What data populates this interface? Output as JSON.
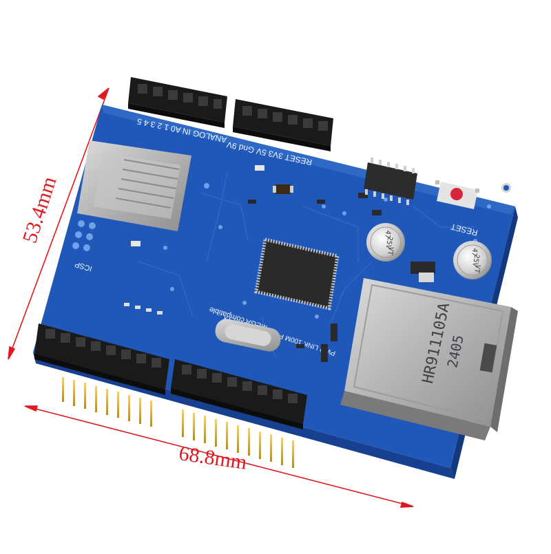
{
  "dimensions": {
    "height_label": "53.4mm",
    "width_label": "68.8mm",
    "color": "#e0191e"
  },
  "board": {
    "pcb_color": "#1f58b8",
    "rj45_marking_model": "HR911105A",
    "rj45_marking_code": "2405",
    "cap1_value": "47",
    "cap1_voltage": "25V",
    "cap1_series": "VT",
    "cap2_value": "47",
    "cap2_voltage": "25V",
    "cap2_series": "VT",
    "silk_mega": "MEGA compatible",
    "silk_leds": "PWR LINK 100M FULLD COLL RX TX",
    "silk_reset": "RESET",
    "silk_power": "RESET 3V3 5V Gnd 9V",
    "silk_analog": "ANALOG IN A0 1 2 3 4 5",
    "silk_icsp": "ICSP"
  }
}
